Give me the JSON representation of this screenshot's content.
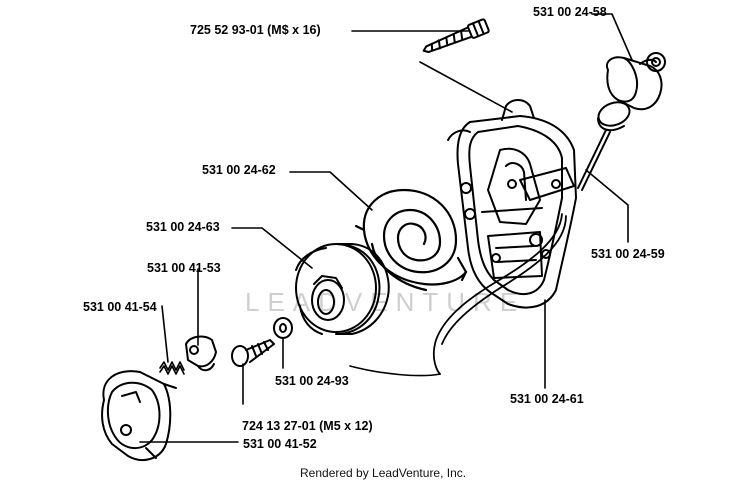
{
  "parts": [
    {
      "id": "screw-top",
      "label": "725 52 93-01 (M$ x 16)"
    },
    {
      "id": "handle",
      "label": "531 00 24-58"
    },
    {
      "id": "spring",
      "label": "531 00 24-62"
    },
    {
      "id": "pulley",
      "label": "531 00 24-63"
    },
    {
      "id": "pawl",
      "label": "531 00 41-53"
    },
    {
      "id": "pawl-spring",
      "label": "531 00 41-54"
    },
    {
      "id": "rope",
      "label": "531 00 24-59"
    },
    {
      "id": "washer",
      "label": "531 00 24-93"
    },
    {
      "id": "housing",
      "label": "531 00 24-61"
    },
    {
      "id": "screw-center",
      "label": "724 13 27-01 (M5 x 12)"
    },
    {
      "id": "flywheel",
      "label": "531 00 41-52"
    }
  ],
  "watermark": "LEADVENTURE",
  "footer": "Rendered by LeadVenture, Inc."
}
